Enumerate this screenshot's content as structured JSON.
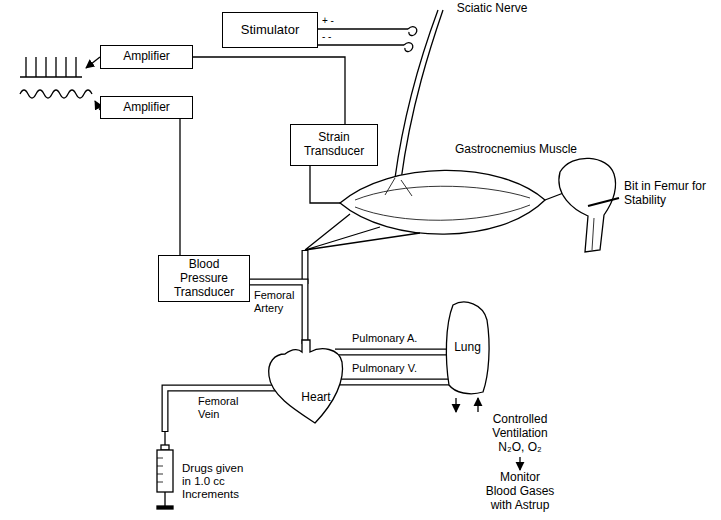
{
  "diagram": {
    "nodes": [
      {
        "text": [
          "Stimulator"
        ]
      },
      {
        "text": [
          "Amplifier"
        ]
      },
      {
        "text": [
          "Amplifier"
        ]
      },
      {
        "text": [
          "Strain Transducer"
        ]
      },
      {
        "text": [
          "Blood Pressure Transducer"
        ]
      },
      {
        "text": [
          "Lung"
        ]
      },
      {
        "text": [
          "Heart"
        ]
      }
    ],
    "edges": [
      {
        "from": 1,
        "to": 3,
        "arrow": "none"
      },
      {
        "from": 2,
        "to": 4,
        "arrow": "none"
      },
      {
        "from": 4,
        "to": 6,
        "label": "Femoral Artery",
        "arrow": "none"
      },
      {
        "from": 6,
        "to": 5,
        "label": "Pulmonary A.",
        "arrow": "none"
      },
      {
        "from": 5,
        "to": 6,
        "label": "Pulmonary V.",
        "arrow": "none"
      }
    ],
    "labels": [
      "Sciatic Nerve",
      "+ -",
      "- -",
      "Gastrocnemius Muscle",
      "Bit in Femur for Stability",
      "Femoral Vein",
      "Drugs given in 1.0 cc Increments",
      "Controlled Ventilation N₂O, O₂",
      "Monitor Blood Gases with Astrup"
    ]
  }
}
